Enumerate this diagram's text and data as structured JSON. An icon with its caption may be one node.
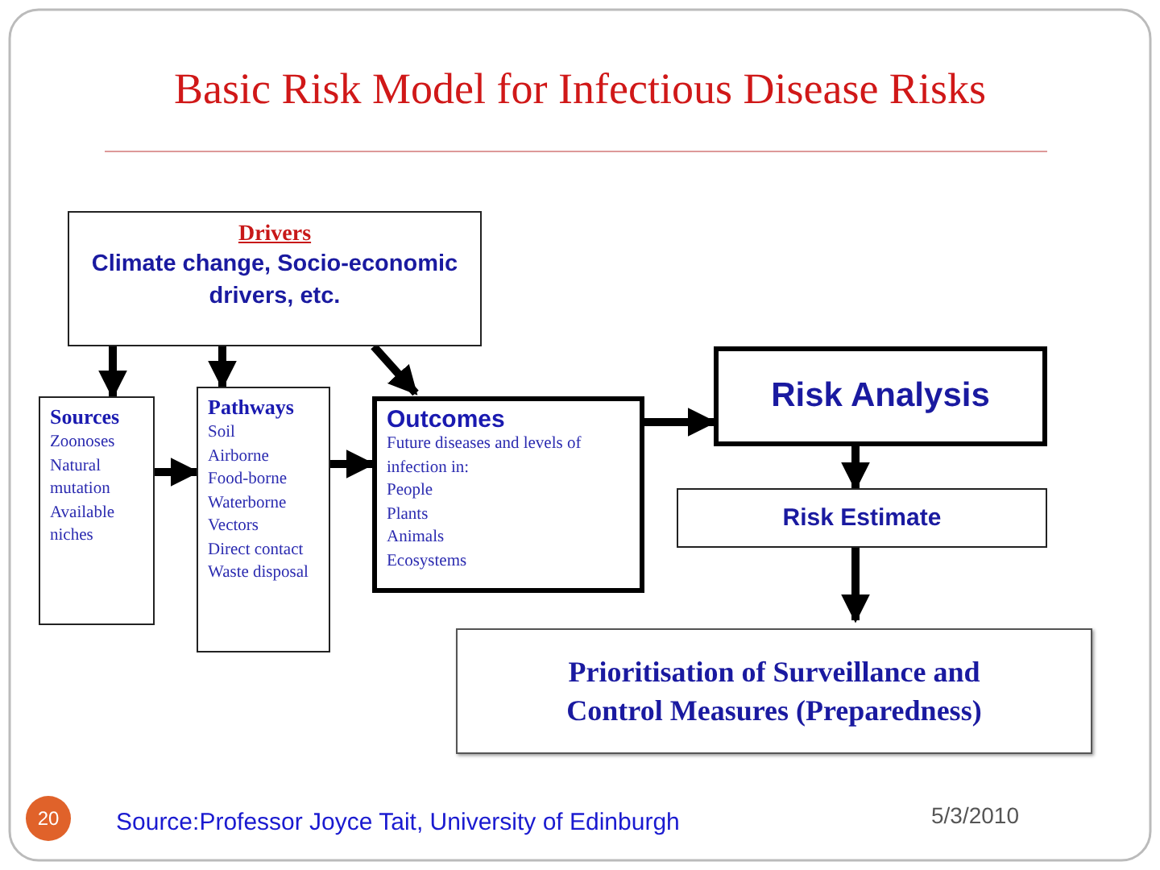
{
  "diagram": {
    "title": "Basic Risk Model for Infectious Disease Risks",
    "nodes": [
      {
        "text": [
          "Drivers",
          "Climate change, Socio-economic drivers, etc."
        ]
      },
      {
        "text": [
          "Sources",
          "Zoonoses",
          "Natural mutation",
          "Available niches"
        ]
      },
      {
        "text": [
          "Pathways",
          "Soil",
          "Airborne",
          "Food-borne",
          "Waterborne",
          "Vectors",
          "Direct contact",
          "Waste disposal"
        ]
      },
      {
        "text": [
          "Outcomes",
          "Future diseases and levels of infection in:",
          "People",
          "Plants",
          "Animals",
          "Ecosystems"
        ]
      },
      {
        "text": [
          "Risk Analysis"
        ]
      },
      {
        "text": [
          "Risk Estimate"
        ]
      },
      {
        "text": [
          "Prioritisation of Surveillance and Control Measures (Preparedness)"
        ]
      },
      {
        "text": [
          "20"
        ]
      }
    ],
    "edges": [
      {
        "from": 0,
        "to": 1,
        "arrow": "to"
      },
      {
        "from": 0,
        "to": 2,
        "arrow": "to"
      },
      {
        "from": 0,
        "to": 3,
        "arrow": "to"
      },
      {
        "from": 1,
        "to": 2,
        "arrow": "to"
      },
      {
        "from": 2,
        "to": 3,
        "arrow": "to"
      },
      {
        "from": 3,
        "to": 4,
        "arrow": "to"
      },
      {
        "from": 4,
        "to": 5,
        "arrow": "to"
      },
      {
        "from": 5,
        "to": 6,
        "arrow": "to"
      }
    ],
    "labels": [
      "Source:Professor Joyce Tait, University of Edinburgh",
      "5/3/2010"
    ]
  }
}
